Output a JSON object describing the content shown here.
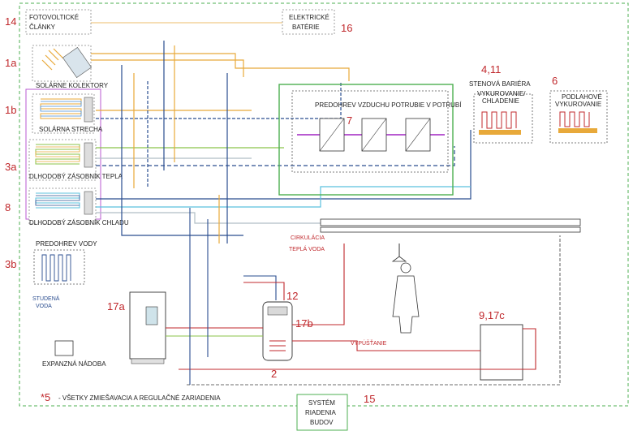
{
  "labels": {
    "pv": "FOTOVOLTICKÉ",
    "pv2": "ČLÁNKY",
    "battery": "ELEKTRICKÉ",
    "battery2": "BATÉRIE",
    "solar_collectors": "SOLÁRNE KOLEKTORY",
    "solar_roof": "SOLÁRNA STRECHA",
    "heat_storage": "DLHODOBÝ ZÁSOBNÍK TEPLA",
    "cold_storage": "DLHODOBÝ ZÁSOBNÍK CHLADU",
    "preheat_water": "PREDOHREV VODY",
    "cold_water": "STUDENÁ",
    "cold_water2": "VODA",
    "expansion": "EXPANZNÁ NÁDOBA",
    "air_preheat": "PREDOHREV VZDUCHU POTRUBIE V POTRUBÍ",
    "wall_barrier": "STENOVÁ BARIÉRA",
    "wall_barrier2": "VYKUROVANIE/",
    "wall_barrier3": "CHLADENIE",
    "floor_heating": "PODLAHOVÉ",
    "floor_heating2": "VYKUROVANIE",
    "circulation": "CIRKULÁCIA",
    "hot_water": "TEPLÁ VODA",
    "drain": "VYPÚŠŤANIE",
    "control": "SYSTÉM",
    "control2": "RIADENIA",
    "control3": "BUDOV",
    "footnote_mark": "*5",
    "footnote": "- VŠETKY ZMIEŠAVACIA A REGULAČNÉ ZARIADENIA"
  },
  "numbers": {
    "n14": "14",
    "n16": "16",
    "n1a": "1a",
    "n1b": "1b",
    "n3a": "3a",
    "n8": "8",
    "n3b": "3b",
    "n7": "7",
    "n411": "4,11",
    "n6": "6",
    "n17a": "17a",
    "n12": "12",
    "n17b": "17b",
    "n2": "2",
    "n917c": "9,17c",
    "n15": "15"
  },
  "colors": {
    "solar": "#e8a93a",
    "heat_supply": "#8bc34a",
    "heat_return": "#b0bec5",
    "cold": "#2a4d8f",
    "cold_light": "#5bc0de",
    "hot_water": "#c0282c",
    "frame_green": "#4caf50",
    "purple": "#b85ad1",
    "grey": "#6b6b6b"
  }
}
